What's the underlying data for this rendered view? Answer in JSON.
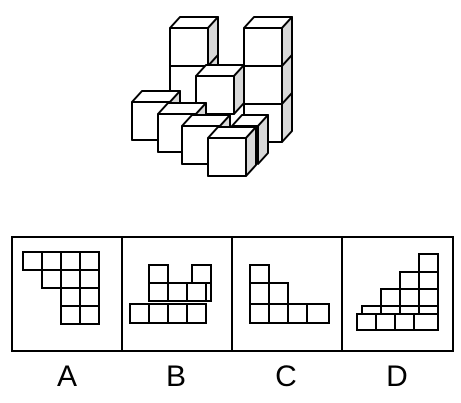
{
  "question": {
    "cube_figure": {
      "description_icon": "isometric-cube-stack-icon"
    },
    "options": [
      {
        "label": "A"
      },
      {
        "label": "B"
      },
      {
        "label": "C"
      },
      {
        "label": "D"
      }
    ]
  }
}
